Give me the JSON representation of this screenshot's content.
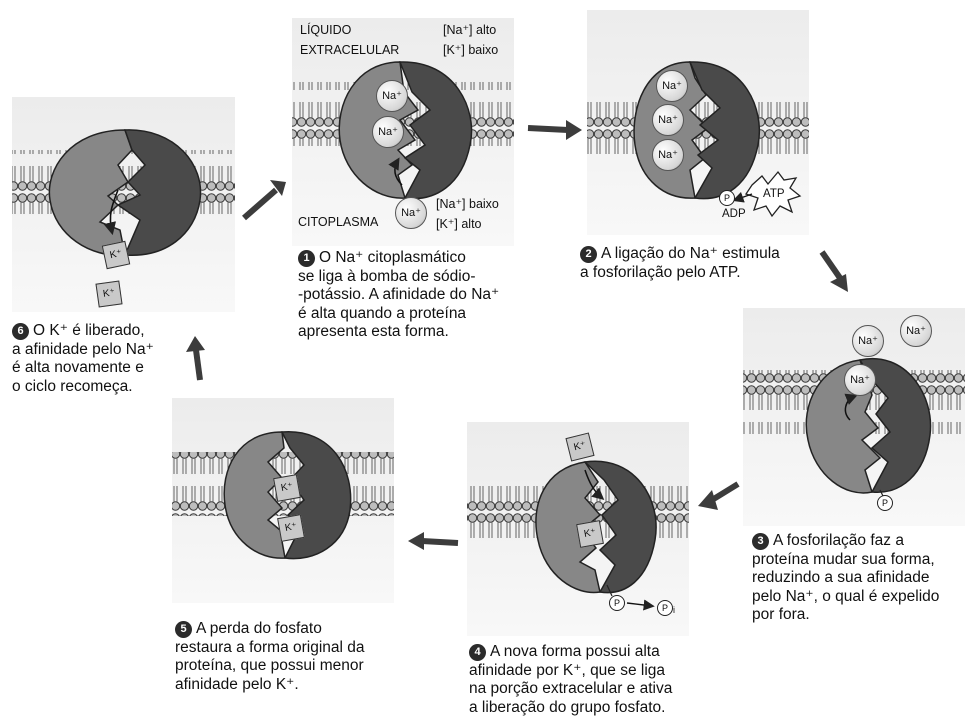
{
  "labels": {
    "extracellular": "LÍQUIDO\nEXTRACELULAR",
    "cytoplasm": "CITOPLASMA",
    "out_conc": "[Na⁺] alto\n[K⁺] baixo",
    "in_conc": "[Na⁺] baixo\n[K⁺] alto",
    "na": "Na⁺",
    "k": "K⁺",
    "atp": "ATP",
    "adp": "ADP",
    "p": "P",
    "pi": "P"
  },
  "steps": [
    {
      "number": "1",
      "text": "O Na⁺ citoplasmático\nse liga à bomba de sódio-\n-potássio. A afinidade do Na⁺\né alta quando a proteína\napresenta esta forma."
    },
    {
      "number": "2",
      "text": "A ligação do Na⁺ estimula\na fosforilação pelo ATP."
    },
    {
      "number": "3",
      "text": "A fosforilação faz a\nproteína mudar sua forma,\nreduzindo a sua afinidade\npelo Na⁺, o qual é expelido\npor fora."
    },
    {
      "number": "4",
      "text": "A nova forma possui alta\nafinidade por K⁺, que se liga\nna porção extracelular e ativa\na liberação do grupo fosfato."
    },
    {
      "number": "5",
      "text": "A perda do fosfato\nrestaura a forma original da\nproteína, que possui menor\nafinidade pelo K⁺."
    },
    {
      "number": "6",
      "text": "O K⁺ é liberado,\na afinidade pelo Na⁺\né alta novamente e\no ciclo recomeça."
    }
  ],
  "colors": {
    "protein_dark": "#4a4a4a",
    "protein_light": "#8a8a8a",
    "membrane": "#a9a9a9",
    "panel": "#e7e7e7",
    "arrow": "#3c3c3c"
  }
}
